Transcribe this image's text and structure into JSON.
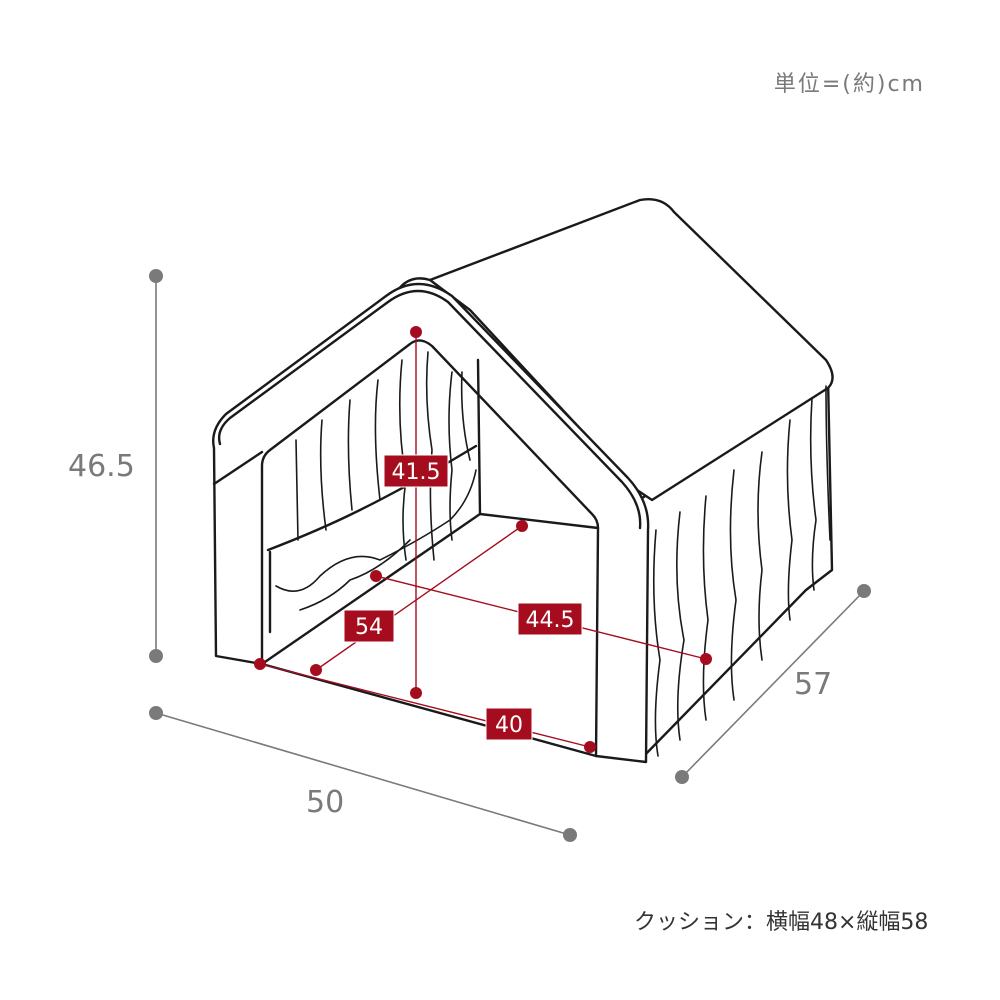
{
  "unit_label": "単位=(約)cm",
  "cushion_note": "クッション：横幅48×縦幅58",
  "outer_dimensions": {
    "height": "46.5",
    "width": "50",
    "depth": "57"
  },
  "inner_dimensions": {
    "height": "41.5",
    "depth": "54",
    "back_width": "44.5",
    "front_width": "40"
  },
  "colors": {
    "accent": "#a50d1f",
    "outline": "#1a1a1a",
    "gray": "#7a7a7a"
  }
}
